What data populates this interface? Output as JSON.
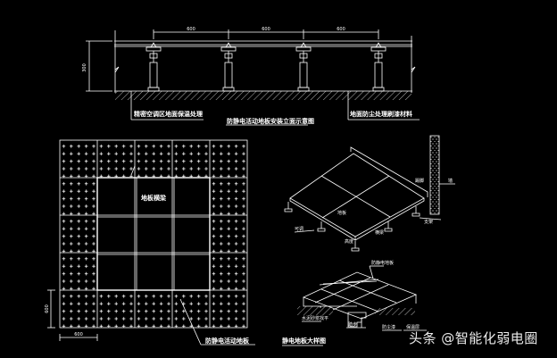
{
  "elevation": {
    "title": "防静电活动地板安装立面示意图",
    "left_note": "精密空调区地面保温处理",
    "right_note": "地面防尘处理刷漆材料",
    "span_dims": [
      "600",
      "600",
      "600"
    ],
    "height_dim": "300"
  },
  "plan": {
    "beam_label": "地板横梁",
    "panel_label": "防静电活动地板",
    "width_dim": "600",
    "height_dim": "600"
  },
  "iso": {
    "labels": [
      "踢脚",
      "墙",
      "地板",
      "支架",
      "横梁",
      "可调",
      "高度"
    ],
    "detail_labels": [
      "防静电地板",
      "水泥砂浆找平",
      "踏步",
      "防尘漆",
      "保温层"
    ],
    "title": "静电地板大样图"
  },
  "watermark": "头条 @智能化弱电圈",
  "colors": {
    "line": "#ffffff",
    "background": "#000000"
  }
}
